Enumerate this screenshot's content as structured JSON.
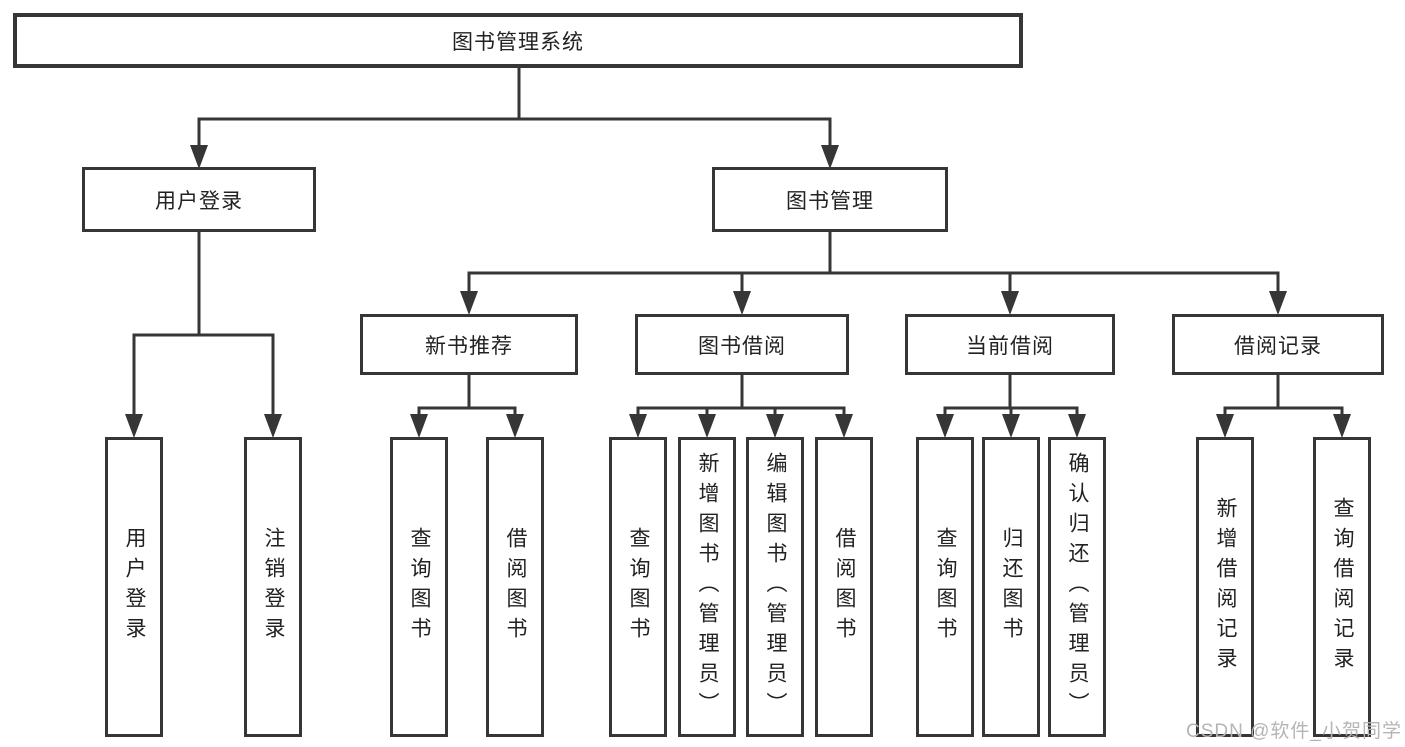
{
  "colors": {
    "line": "#363636",
    "box_border": "#363636",
    "box_fill": "#ffffff",
    "text": "#222222",
    "watermark": "#b5b5b5"
  },
  "watermark": "CSDN @软件_小贺同学",
  "tree": {
    "root": {
      "label": "图书管理系统",
      "children": [
        {
          "label": "用户登录",
          "children": [
            {
              "label": "用户登录"
            },
            {
              "label": "注销登录"
            }
          ]
        },
        {
          "label": "图书管理",
          "children": [
            {
              "label": "新书推荐",
              "children": [
                {
                  "label": "查询图书"
                },
                {
                  "label": "借阅图书"
                }
              ]
            },
            {
              "label": "图书借阅",
              "children": [
                {
                  "label": "查询图书"
                },
                {
                  "label": "新增图书（管理员）"
                },
                {
                  "label": "编辑图书（管理员）"
                },
                {
                  "label": "借阅图书"
                }
              ]
            },
            {
              "label": "当前借阅",
              "children": [
                {
                  "label": "查询图书"
                },
                {
                  "label": "归还图书"
                },
                {
                  "label": "确认归还（管理员）"
                }
              ]
            },
            {
              "label": "借阅记录",
              "children": [
                {
                  "label": "新增借阅记录"
                },
                {
                  "label": "查询借阅记录"
                }
              ]
            }
          ]
        }
      ]
    }
  }
}
